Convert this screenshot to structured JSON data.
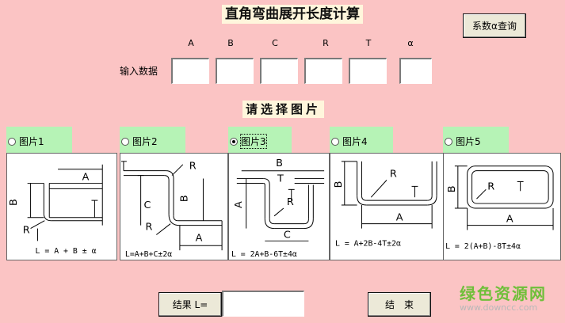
{
  "title": "直角弯曲展开长度计算",
  "coef_button": "系数α查询",
  "input": {
    "label": "输入数据",
    "columns": [
      "A",
      "B",
      "C",
      "R",
      "T",
      "α"
    ],
    "values": [
      "",
      "",
      "",
      "",
      "",
      ""
    ]
  },
  "select_title": "请选择图片",
  "pictures": [
    {
      "label": "图片1",
      "selected": false,
      "formula": "L = A + B ± α"
    },
    {
      "label": "图片2",
      "selected": false,
      "formula": "L=A+B+C±2α"
    },
    {
      "label": "图片3",
      "selected": true,
      "formula": "L = 2A+B-6T±4α"
    },
    {
      "label": "图片4",
      "selected": false,
      "formula": "L = A+2B-4T±2α"
    },
    {
      "label": "图片5",
      "selected": false,
      "formula": "L = 2(A+B)-8T±4α"
    }
  ],
  "result": {
    "label": "结果 L=",
    "value": ""
  },
  "end_button": "结　束",
  "watermark": {
    "name": "绿色资源网",
    "url": "www.downcc.com"
  },
  "colors": {
    "background": "#fbc4c4",
    "radio_bg": "#b6f3b6",
    "title_bg": "#fff6dc",
    "watermark": "#6fbf3a"
  }
}
